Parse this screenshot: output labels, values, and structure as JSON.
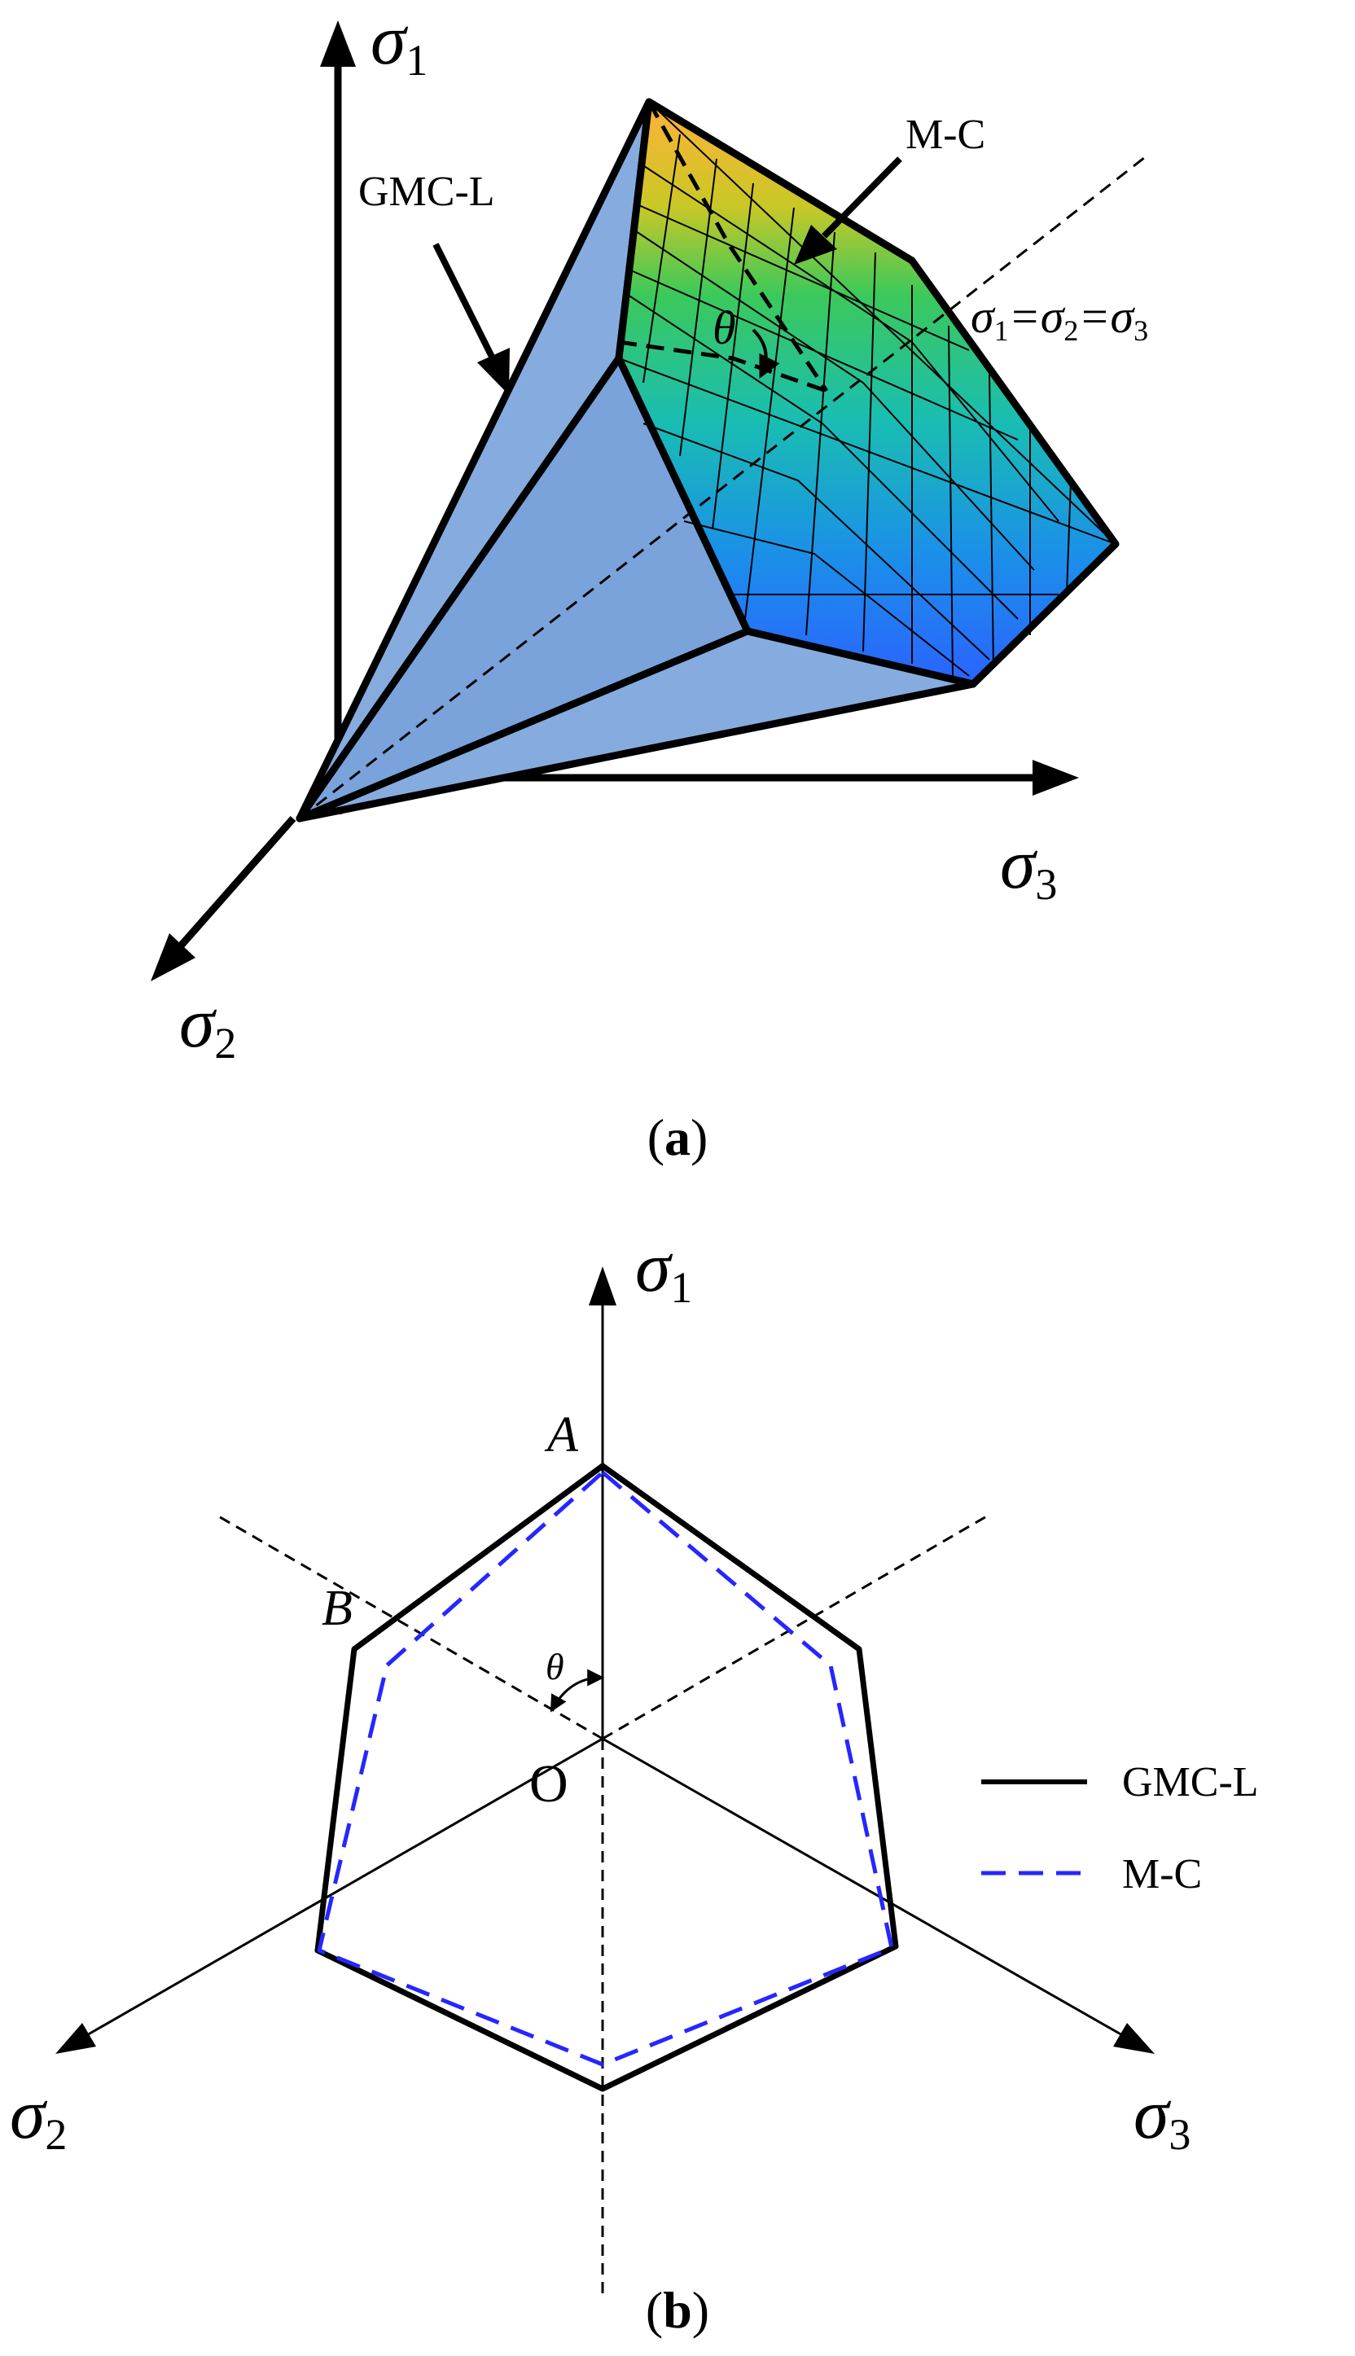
{
  "panel_a": {
    "caption_open": "(",
    "caption_letter": "a",
    "caption_close": ")",
    "axis_sigma1_sym": "σ",
    "axis_sigma1_sub": "1",
    "axis_sigma2_sym": "σ",
    "axis_sigma2_sub": "2",
    "axis_sigma3_sym": "σ",
    "axis_sigma3_sub": "3",
    "label_gmcl": "GMC-L",
    "label_mc": "M-C",
    "theta": "θ",
    "hydro_s1": "σ",
    "hydro_1": "1",
    "hydro_eq1": "=σ",
    "hydro_2": "2",
    "hydro_eq2": "=σ",
    "hydro_3": "3"
  },
  "panel_b": {
    "caption_open": "(",
    "caption_letter": "b",
    "caption_close": ")",
    "axis_sigma1_sym": "σ",
    "axis_sigma1_sub": "1",
    "axis_sigma2_sym": "σ",
    "axis_sigma2_sub": "2",
    "axis_sigma3_sym": "σ",
    "axis_sigma3_sub": "3",
    "point_a": "A",
    "point_b": "B",
    "origin": "O",
    "theta": "θ",
    "legend": {
      "gmcl_label": "GMC-L",
      "mc_label": "M-C"
    }
  },
  "colors": {
    "gmcl_surface": "#86acdf",
    "mc_dashed": "#2626ff",
    "line": "#000000"
  }
}
